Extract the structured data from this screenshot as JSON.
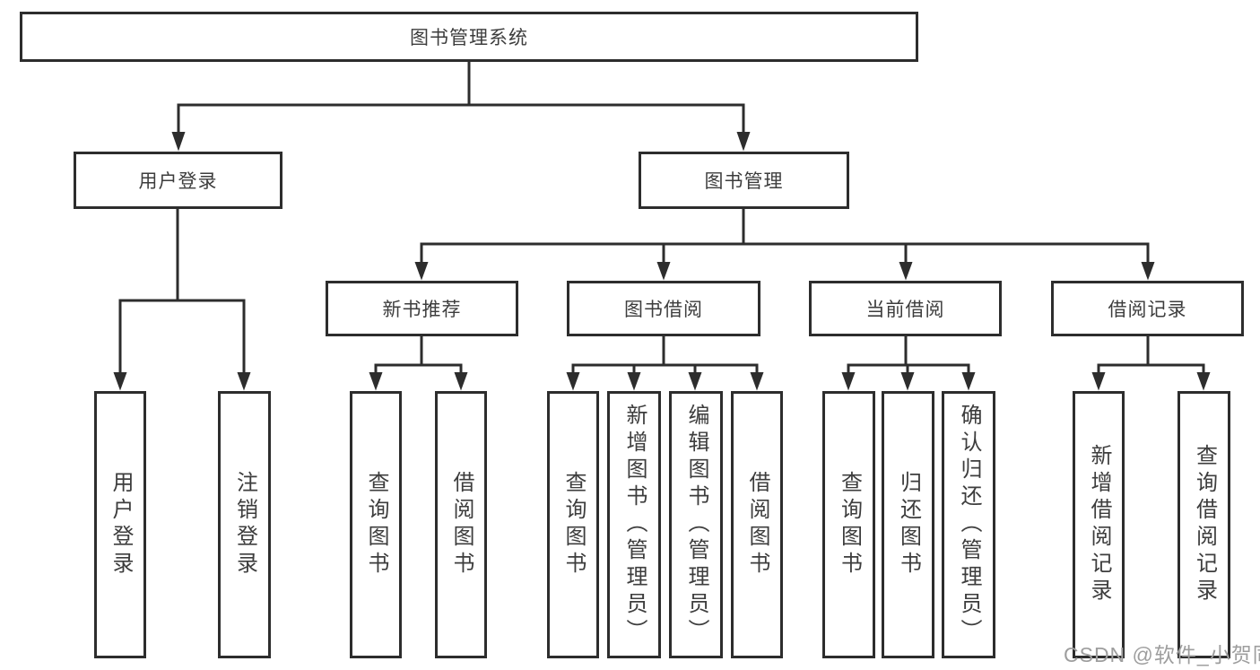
{
  "tree": {
    "root": {
      "label": "图书管理系统"
    },
    "branches": [
      {
        "label": "用户登录",
        "children": [
          {
            "label": "用户登录"
          },
          {
            "label": "注销登录"
          }
        ]
      },
      {
        "label": "图书管理",
        "children": [
          {
            "label": "新书推荐",
            "children": [
              {
                "label": "查询图书"
              },
              {
                "label": "借阅图书"
              }
            ]
          },
          {
            "label": "图书借阅",
            "children": [
              {
                "label": "查询图书"
              },
              {
                "label": "新增图书（管理员）"
              },
              {
                "label": "编辑图书（管理员）"
              },
              {
                "label": "借阅图书"
              }
            ]
          },
          {
            "label": "当前借阅",
            "children": [
              {
                "label": "查询图书"
              },
              {
                "label": "归还图书"
              },
              {
                "label": "确认归还（管理员）"
              }
            ]
          },
          {
            "label": "借阅记录",
            "children": [
              {
                "label": "新增借阅记录"
              },
              {
                "label": "查询借阅记录"
              }
            ]
          }
        ]
      }
    ]
  },
  "watermark": "CSDN @软件_小贺同学",
  "colors": {
    "line": "#2d2d2d",
    "text": "#3d3d3d",
    "background": "#ffffff",
    "watermark": "#9e9e9e"
  }
}
